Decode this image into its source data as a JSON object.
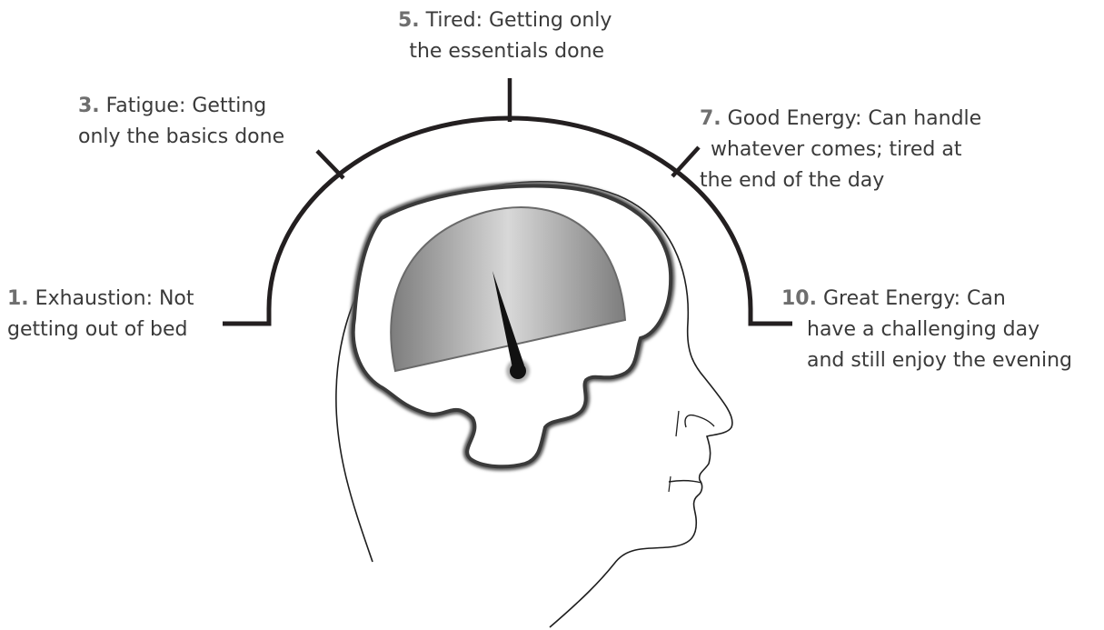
{
  "levels": [
    {
      "key": "1",
      "number": "1.",
      "lines": [
        "Exhaustion: Not",
        "getting out of bed"
      ]
    },
    {
      "key": "3",
      "number": "3.",
      "lines": [
        "Fatigue: Getting",
        "only the basics done"
      ]
    },
    {
      "key": "5",
      "number": "5.",
      "lines": [
        "Tired: Getting only",
        "the essentials done"
      ]
    },
    {
      "key": "7",
      "number": "7.",
      "lines": [
        "Good Energy: Can handle",
        "whatever comes; tired at",
        "the end of the day"
      ]
    },
    {
      "key": "10",
      "number": "10.",
      "lines": [
        "Great Energy: Can",
        "have a challenging day",
        "and still enjoy the evening"
      ]
    }
  ],
  "colors": {
    "text": "#3a3a3a",
    "number": "#6e6e6e",
    "arc": "#231f20",
    "gauge_dark": "#8a8a8a",
    "gauge_light": "#d6d6d6",
    "brain_outline": "#3f3f3f",
    "needle": "#111111"
  },
  "icons": {
    "head": "head-profile-icon",
    "brain": "brain-icon",
    "gauge": "energy-gauge-icon",
    "needle": "gauge-needle-icon"
  }
}
